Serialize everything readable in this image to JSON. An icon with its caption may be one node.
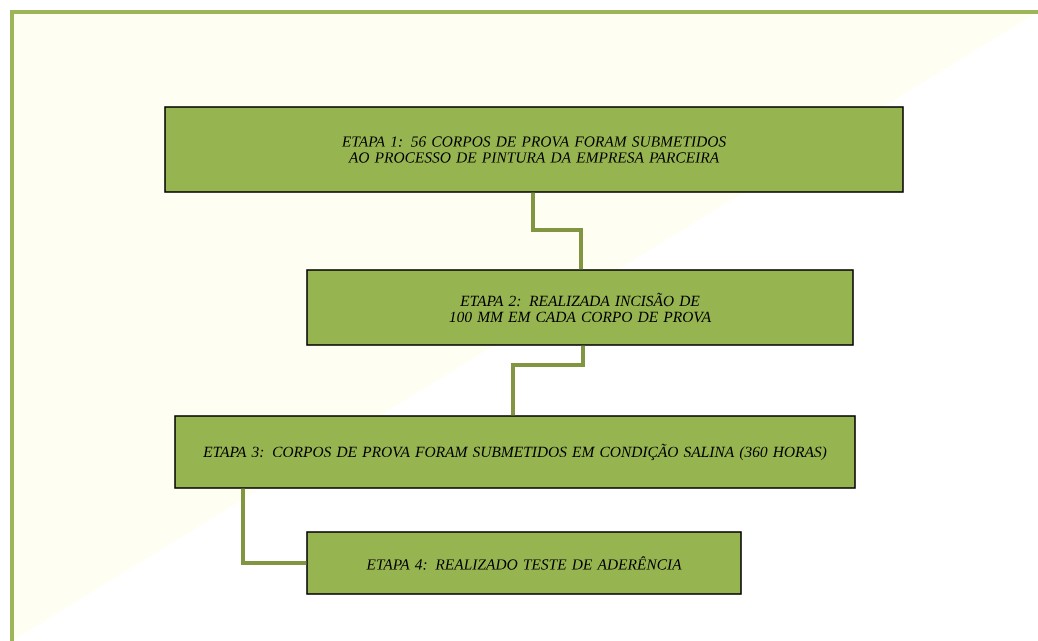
{
  "diagram": {
    "nodes": [
      {
        "text": [
          "ETAPA 1: 56 CORPOS DE PROVA FORAM SUBMETIDOS AO PROCESSO DE PINTURA DA EMPRESA PARCEIRA"
        ]
      },
      {
        "text": [
          "ETAPA 2: REALIZADA INCISÃO DE 100 MM EM CADA CORPO DE PROVA"
        ]
      },
      {
        "text": [
          "ETAPA 3: CORPOS DE PROVA FORAM SUBMETIDOS EM CONDIÇÃO SALINA (360 HORAS)"
        ]
      },
      {
        "text": [
          "ETAPA 4: REALIZADO TESTE DE ADERÊNCIA"
        ]
      }
    ],
    "edges": [
      {
        "from": 0,
        "to": 1,
        "arrow": "none"
      },
      {
        "from": 1,
        "to": 2,
        "arrow": "none"
      },
      {
        "from": 2,
        "to": 3,
        "arrow": "none"
      }
    ]
  }
}
